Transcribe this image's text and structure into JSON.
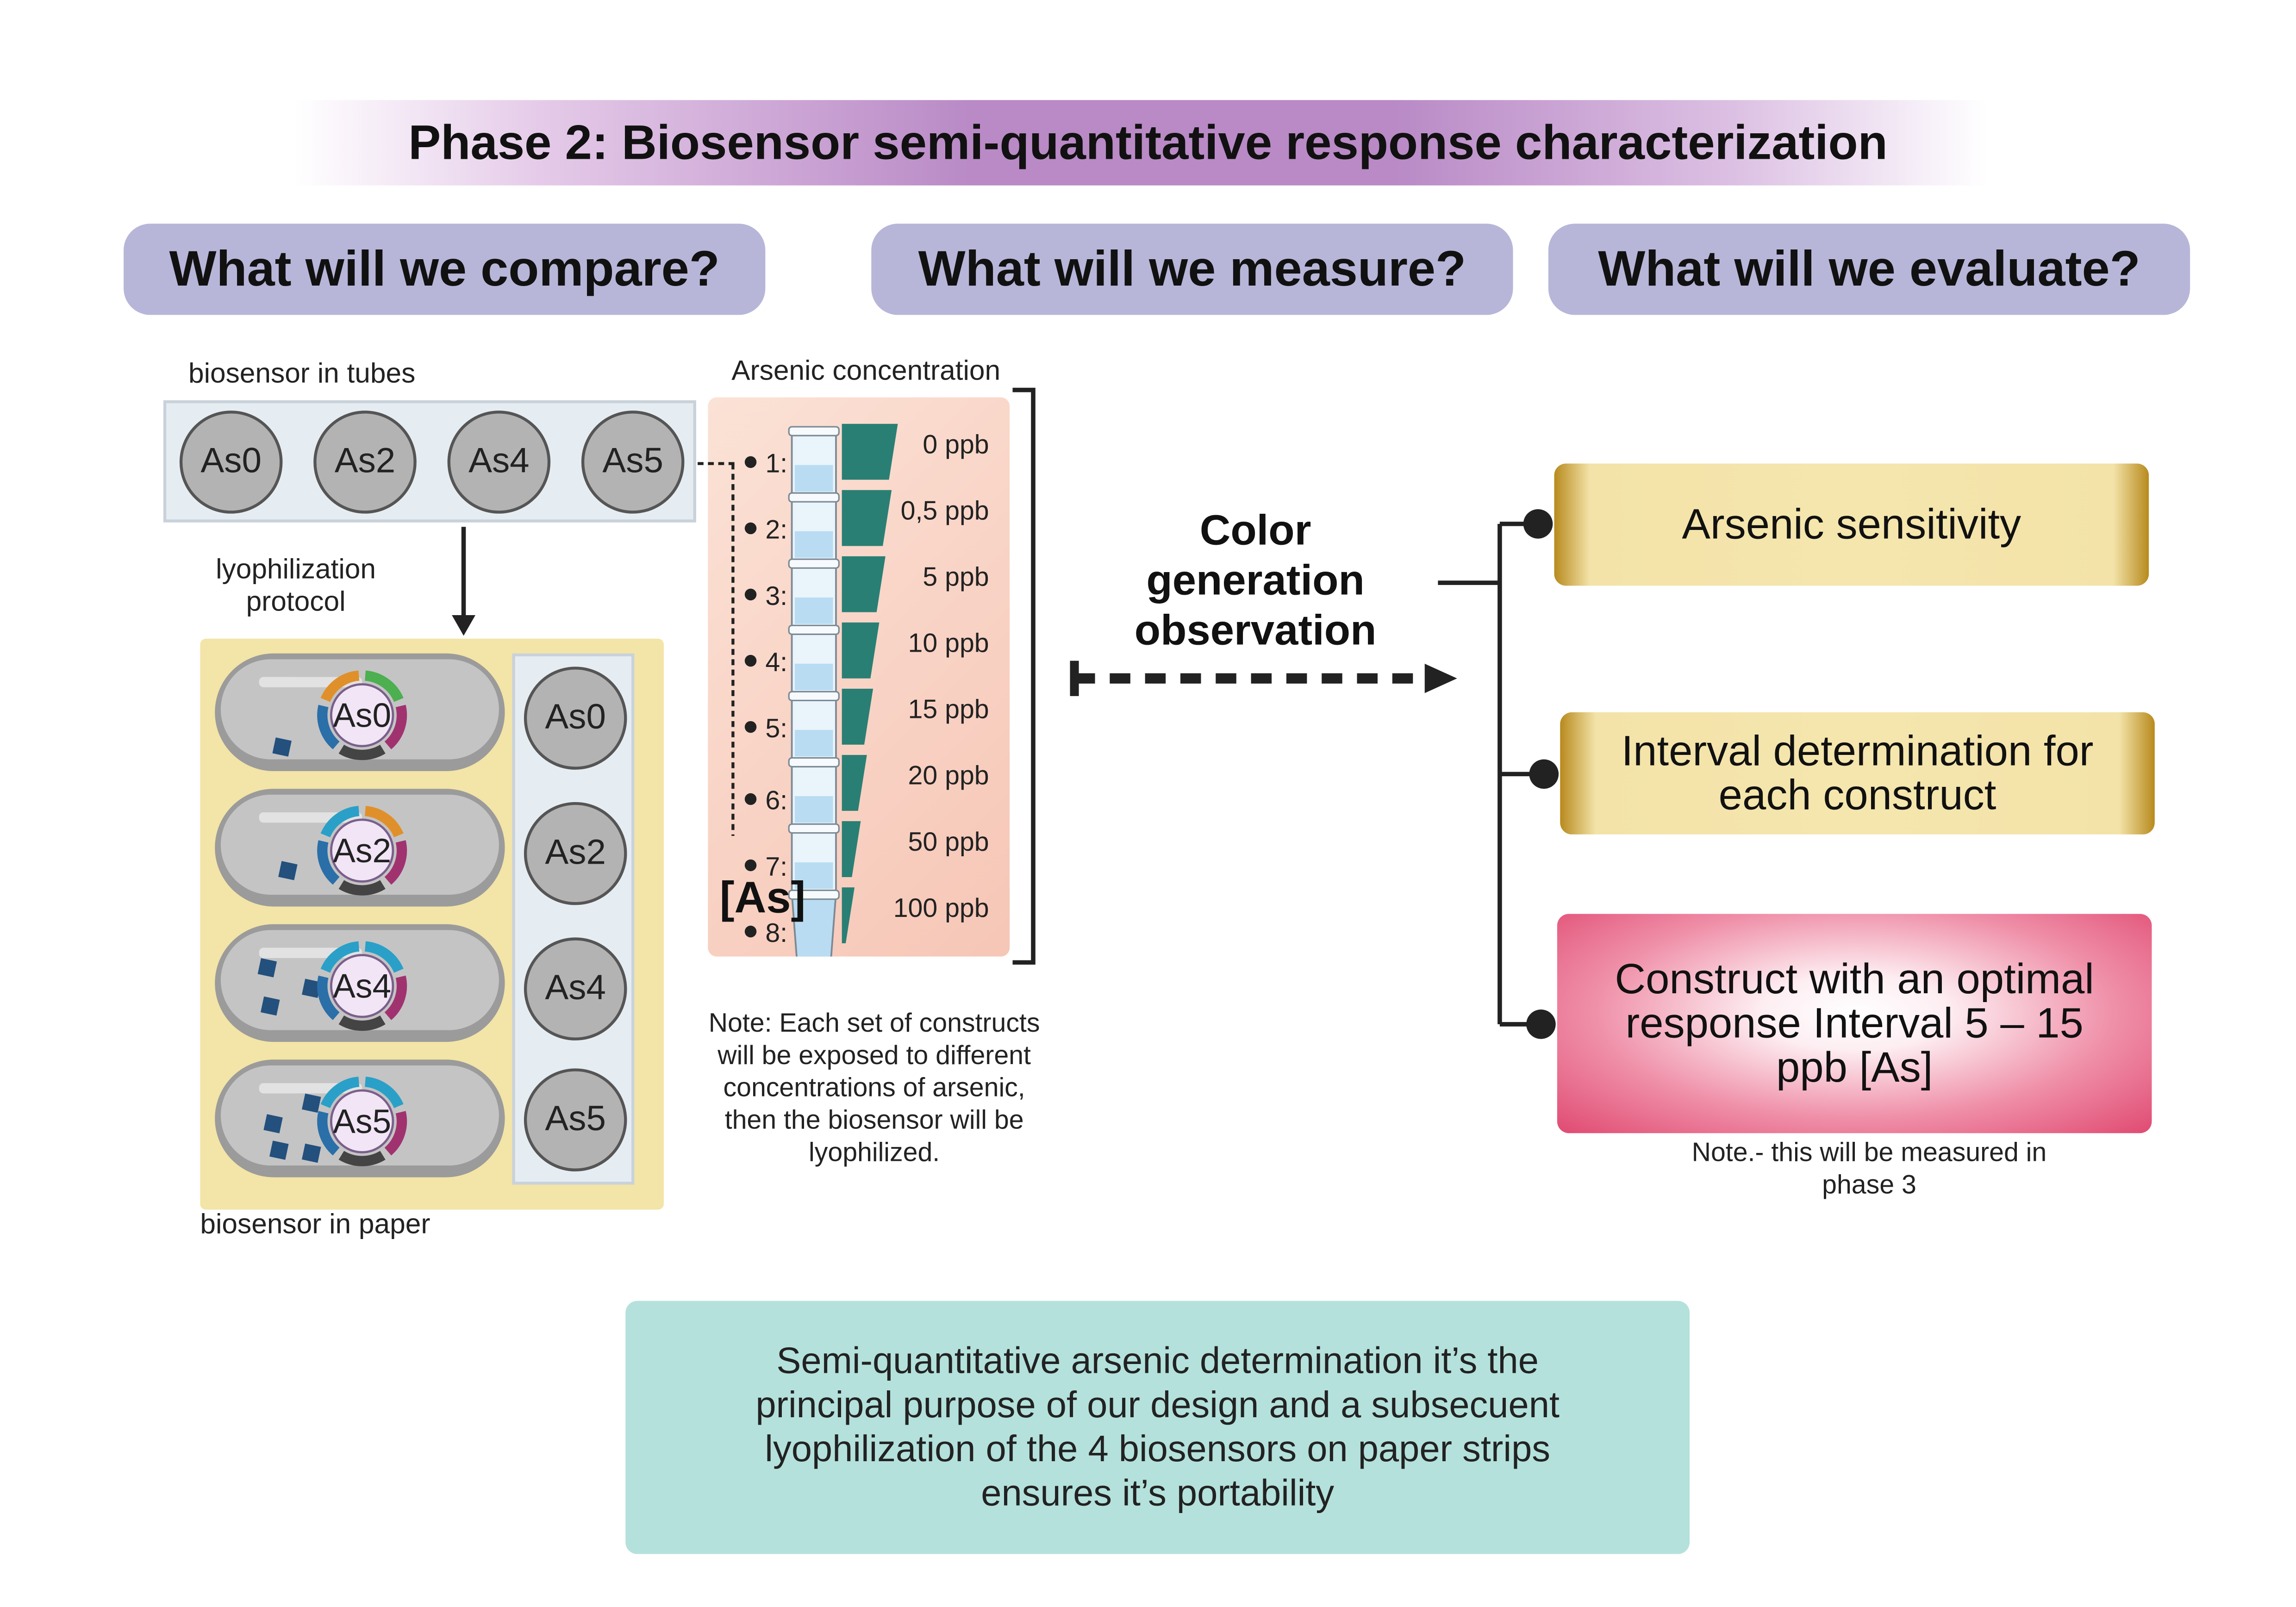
{
  "title": "Phase 2: Biosensor semi-quantitative response characterization",
  "questions": {
    "compare": "What will we compare?",
    "measure": "What will we measure?",
    "evaluate": "What will we evaluate?"
  },
  "compare": {
    "tubes_label": "biosensor in tubes",
    "tubes": [
      "As0",
      "As2",
      "As4",
      "As5"
    ],
    "protocol_label_line1": "lyophilization",
    "protocol_label_line2": "protocol",
    "paper_label": "biosensor in paper",
    "strips": [
      "As0",
      "As2",
      "As4",
      "As5"
    ],
    "paper_circles": [
      "As0",
      "As2",
      "As4",
      "As5"
    ]
  },
  "measure": {
    "header": "Arsenic concentration",
    "tube_numbers": [
      "1:",
      "2:",
      "3:",
      "4:",
      "5:",
      "6:",
      "7:",
      "8:"
    ],
    "concentrations": [
      "0 ppb",
      "0,5 ppb",
      "5 ppb",
      "10 ppb",
      "15 ppb",
      "20 ppb",
      "50 ppb",
      "100 ppb"
    ],
    "as_label": "[As]",
    "note_lines": [
      "Note: Each set of constructs",
      "will be exposed to different",
      "concentrations of arsenic,",
      "then the biosensor will be",
      "lyophilized."
    ],
    "observation_lines": [
      "Color",
      "generation",
      "observation"
    ]
  },
  "evaluate": {
    "items": [
      {
        "lines": [
          "Arsenic sensitivity"
        ]
      },
      {
        "lines": [
          "Interval determination for",
          "each construct"
        ]
      },
      {
        "lines": [
          "Construct with an optimal",
          "response Interval 5 – 15",
          "ppb [As]"
        ]
      }
    ],
    "note_lines": [
      "Note.- this will be measured in",
      "phase 3"
    ]
  },
  "summary_lines": [
    "Semi-quantitative arsenic determination it’s the",
    "principal purpose of our design and a subsecuent",
    "lyophilization of the 4 biosensors on paper strips",
    "ensures it’s portability"
  ],
  "colors": {
    "title_band": "#b98ac6",
    "question_pill": "#b7b6d9",
    "gold_box": "#f5e6ae",
    "optimal_box": "#e04a72",
    "summary_box": "#b4e1dc",
    "teal_bar": "#2a7f74",
    "tube_panel": "#f9d6c8",
    "paper_panel": "#f3e4a7"
  }
}
